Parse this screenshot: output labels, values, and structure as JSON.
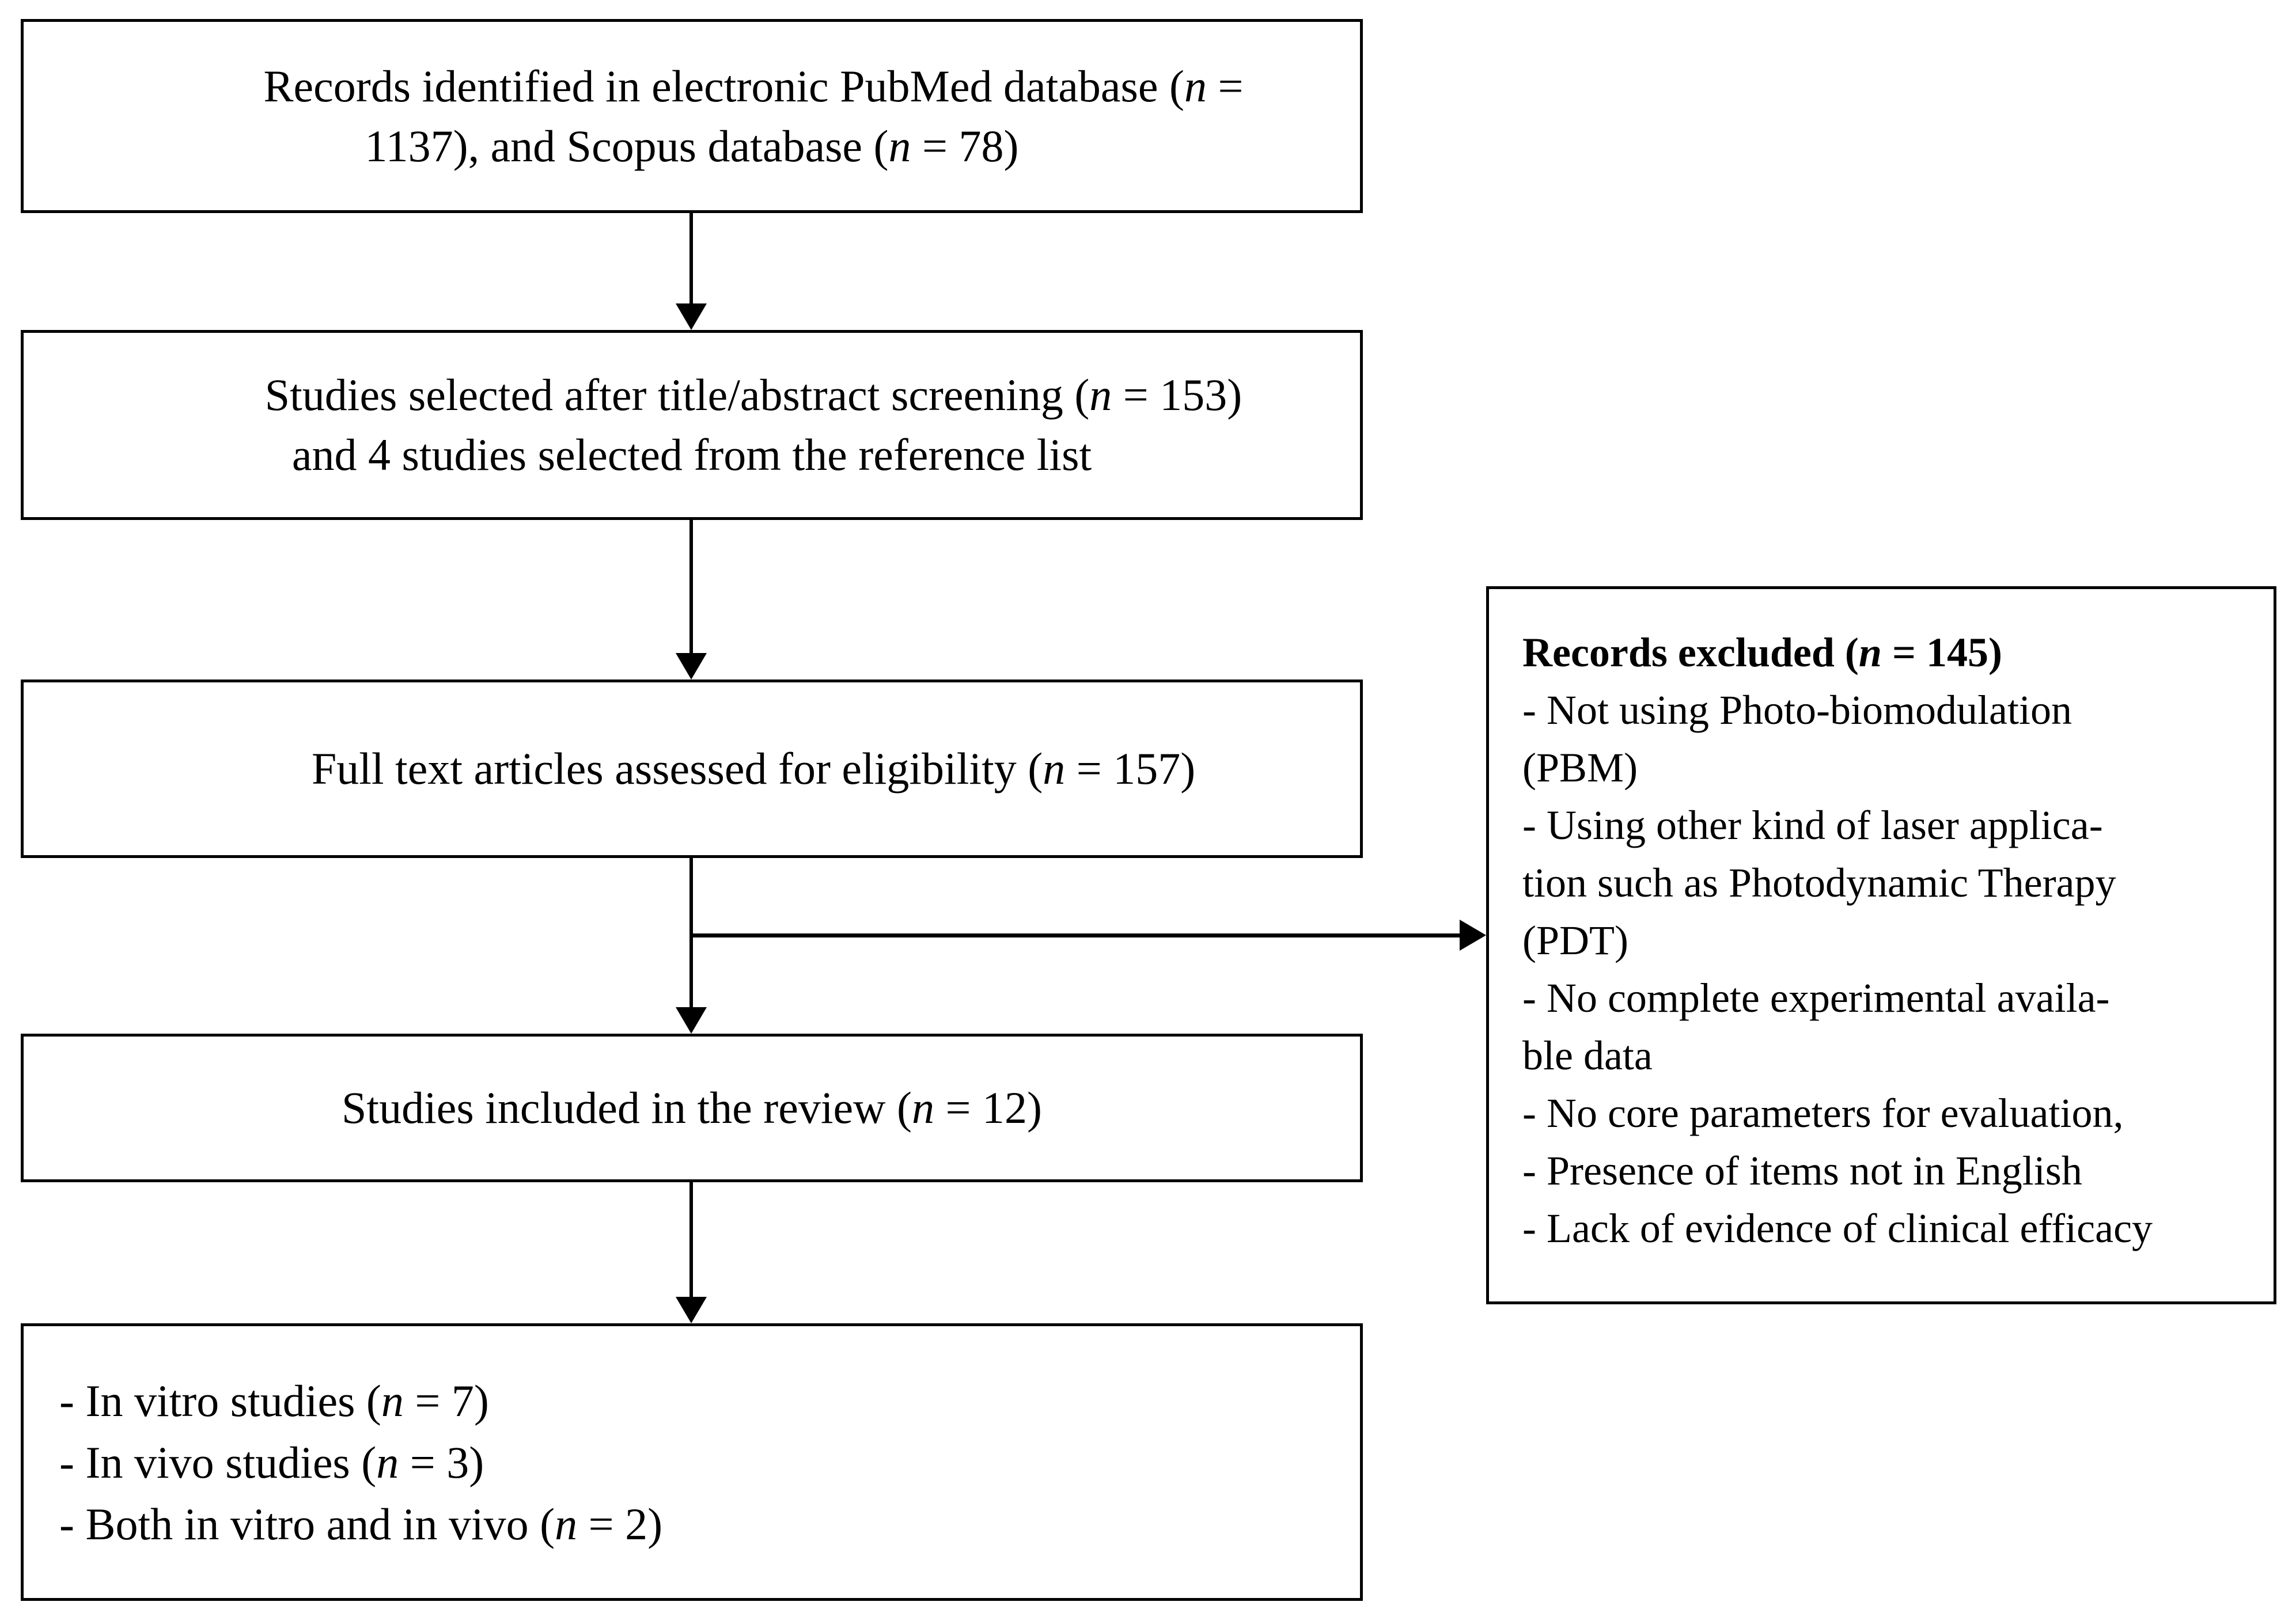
{
  "diagram": {
    "box_identification": {
      "lines": [
        "Records identified in electronic PubMed database (*n* =",
        "1137), and Scopus database (*n* = 78)"
      ]
    },
    "box_screening": {
      "lines": [
        "Studies selected after title/abstract screening (*n* = 153)",
        "and 4 studies selected from the reference list"
      ]
    },
    "box_eligibility": {
      "lines": [
        "Full text articles assessed for eligibility (*n* = 157)"
      ]
    },
    "box_included": {
      "lines": [
        "Studies included in the review (*n* = 12)"
      ]
    },
    "box_breakdown": {
      "lines": [
        "- In vitro studies (*n* = 7)",
        "- In vivo studies (*n* = 3)",
        "- Both in vitro and in vivo (*n* = 2)"
      ]
    },
    "box_excluded": {
      "title": "Records excluded (*n* = 145)",
      "lines": [
        "- Not using Photo-biomodulation",
        "(PBM)",
        "- Using other kind of laser applica-",
        "tion such as Photodynamic Therapy",
        "(PDT)",
        "- No complete experimental availa-",
        "ble data",
        "- No core parameters for evaluation,",
        "- Presence of items not in English",
        "- Lack of evidence of clinical efficacy"
      ]
    },
    "colors": {
      "line": "#000000",
      "background": "#ffffff",
      "text": "#000000"
    }
  }
}
